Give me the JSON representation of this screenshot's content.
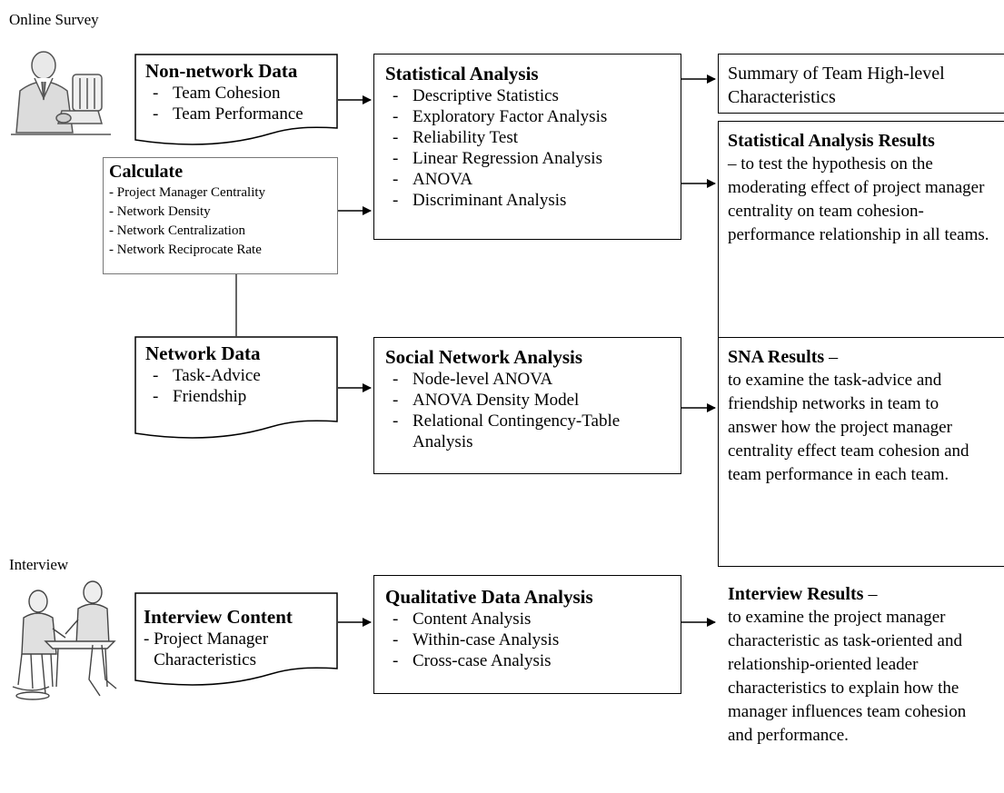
{
  "sections": {
    "online_survey": "Online Survey",
    "interview": "Interview"
  },
  "non_network": {
    "title": "Non-network Data",
    "items": [
      "Team Cohesion",
      "Team Performance"
    ]
  },
  "calculate": {
    "title": "Calculate",
    "items": [
      "Project Manager Centrality",
      "Network Density",
      "Network Centralization",
      "Network Reciprocate Rate"
    ]
  },
  "network_data": {
    "title": "Network Data",
    "items": [
      "Task-Advice",
      "Friendship"
    ]
  },
  "interview_content": {
    "title": "Interview Content",
    "items": [
      "Project Manager Characteristics"
    ]
  },
  "statistical_analysis": {
    "title": "Statistical Analysis",
    "items": [
      "Descriptive Statistics",
      "Exploratory Factor Analysis",
      "Reliability Test",
      "Linear Regression Analysis",
      "ANOVA",
      "Discriminant Analysis"
    ]
  },
  "social_network_analysis": {
    "title": "Social Network Analysis",
    "items": [
      "Node-level ANOVA",
      "ANOVA Density Model",
      "Relational Contingency-Table Analysis"
    ]
  },
  "qualitative_analysis": {
    "title": "Qualitative Data Analysis",
    "items": [
      "Content Analysis",
      "Within-case Analysis",
      "Cross-case Analysis"
    ]
  },
  "summary": {
    "text": "Summary of Team High-level Characteristics"
  },
  "stat_results": {
    "title": "Statistical Analysis Results",
    "text": "– to test the hypothesis on the moderating effect of project manager centrality on team cohesion-performance relationship in all teams."
  },
  "sna_results": {
    "title": "SNA Results",
    "title_suffix": " –",
    "text": "to examine the task-advice and friendship networks in team to answer how the project manager centrality effect team cohesion and team performance in each team."
  },
  "interview_results": {
    "title": "Interview Results",
    "title_suffix": " –",
    "text": "to examine the project manager characteristic as task-oriented and relationship-oriented leader characteristics to explain how the manager influences team cohesion and performance."
  },
  "dash": "-"
}
